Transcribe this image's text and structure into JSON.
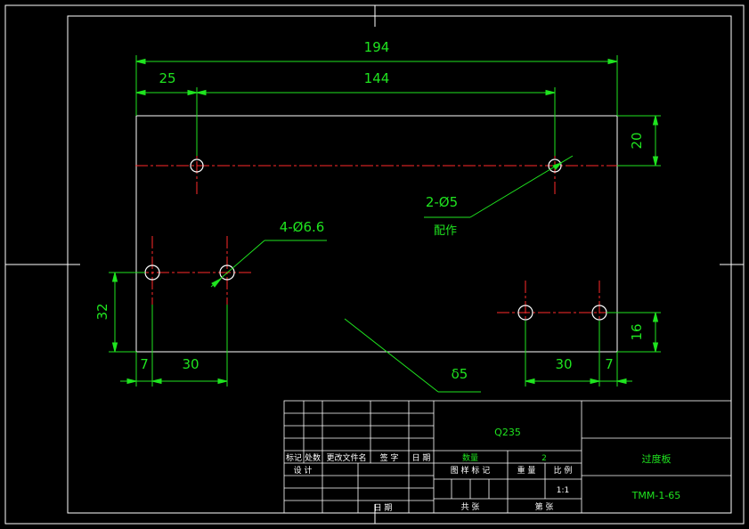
{
  "dimensions": {
    "overall_width": "194",
    "left_offset": "25",
    "hole_spacing": "144",
    "top_offset": "20",
    "left_edge_left": "7",
    "left_pair_spacing": "30",
    "left_height": "32",
    "right_pair_spacing": "30",
    "right_edge_right": "7",
    "right_height": "16"
  },
  "callouts": {
    "large_holes": "4-Ø6.6",
    "pin_holes": "2-Ø5",
    "pin_note": "配作",
    "thickness": "δ5"
  },
  "title_block": {
    "material": "Q235",
    "part_name": "过度板",
    "drawing_number": "TMM-1-65",
    "scale": "1:1",
    "quantity_label": "数量",
    "quantity_value": "2",
    "rev_headers": [
      "标记",
      "处数",
      "更改文件名",
      "签 字",
      "日 期"
    ],
    "design_label": "设 计",
    "stage_label": "图 样 标 记",
    "weight_label": "重 量",
    "ratio_label": "比 例",
    "sheet_total_label": "共 张",
    "sheet_label": "第 张",
    "date_label": "日 期"
  },
  "colors": {
    "background": "#000000",
    "outline": "#ffffff",
    "dimension": "#1fe41f",
    "centerline": "#ff2a2a"
  }
}
